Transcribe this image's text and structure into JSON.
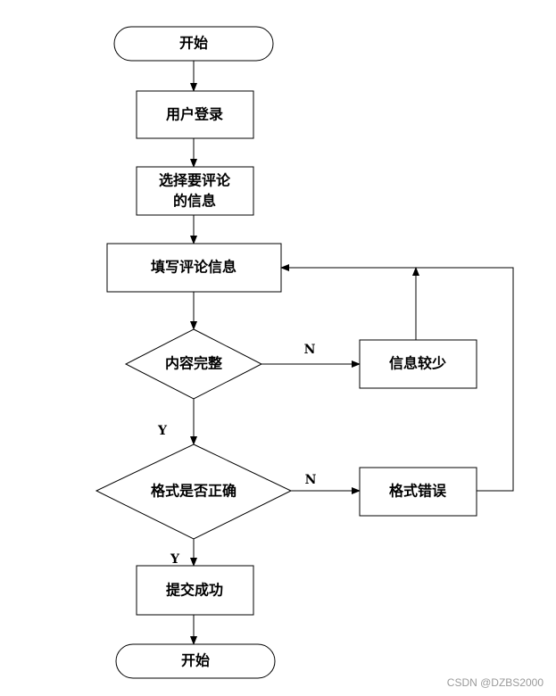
{
  "nodes": {
    "start": "开始",
    "login": "用户登录",
    "select_line1": "选择要评论",
    "select_line2": "的信息",
    "fill": "填写评论信息",
    "content_check": "内容完整",
    "info_less": "信息较少",
    "format_check": "格式是否正确",
    "format_error": "格式错误",
    "submit": "提交成功",
    "end": "开始"
  },
  "edge_labels": {
    "content_no": "N",
    "content_yes": "Y",
    "format_no": "N",
    "format_yes": "Y"
  },
  "watermark": "CSDN @DZBS2000"
}
